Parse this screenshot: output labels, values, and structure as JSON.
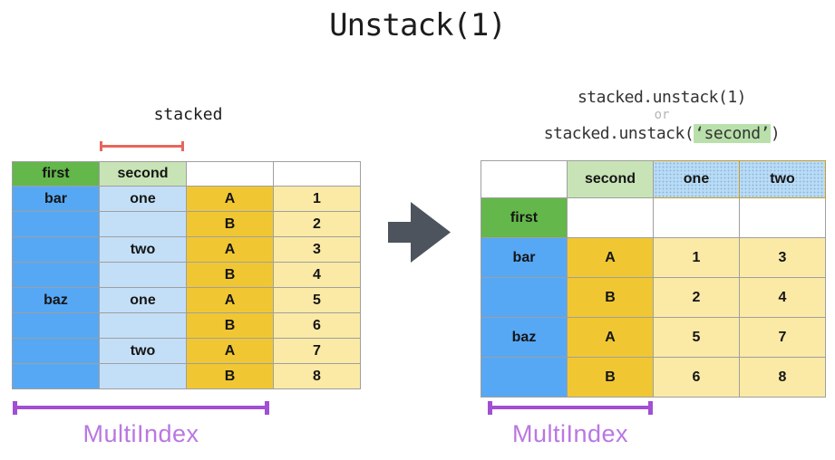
{
  "title": "Unstack(1)",
  "left": {
    "stacked_label": "stacked",
    "multiindex_label": "MultiIndex",
    "table": {
      "header": [
        {
          "text": "first",
          "color": "green"
        },
        {
          "text": "second",
          "color": "lightgreen"
        },
        {
          "text": "",
          "color": "white"
        },
        {
          "text": "",
          "color": "white"
        }
      ],
      "rows": [
        [
          {
            "text": "bar",
            "color": "blue"
          },
          {
            "text": "one",
            "color": "lightblue"
          },
          {
            "text": "A",
            "color": "gold"
          },
          {
            "text": "1",
            "color": "lightyellow"
          }
        ],
        [
          {
            "text": "",
            "color": "blue"
          },
          {
            "text": "",
            "color": "lightblue"
          },
          {
            "text": "B",
            "color": "gold"
          },
          {
            "text": "2",
            "color": "lightyellow"
          }
        ],
        [
          {
            "text": "",
            "color": "blue"
          },
          {
            "text": "two",
            "color": "lightblue"
          },
          {
            "text": "A",
            "color": "gold"
          },
          {
            "text": "3",
            "color": "lightyellow"
          }
        ],
        [
          {
            "text": "",
            "color": "blue"
          },
          {
            "text": "",
            "color": "lightblue"
          },
          {
            "text": "B",
            "color": "gold"
          },
          {
            "text": "4",
            "color": "lightyellow"
          }
        ],
        [
          {
            "text": "baz",
            "color": "blue"
          },
          {
            "text": "one",
            "color": "lightblue"
          },
          {
            "text": "A",
            "color": "gold"
          },
          {
            "text": "5",
            "color": "lightyellow"
          }
        ],
        [
          {
            "text": "",
            "color": "blue"
          },
          {
            "text": "",
            "color": "lightblue"
          },
          {
            "text": "B",
            "color": "gold"
          },
          {
            "text": "6",
            "color": "lightyellow"
          }
        ],
        [
          {
            "text": "",
            "color": "blue"
          },
          {
            "text": "two",
            "color": "lightblue"
          },
          {
            "text": "A",
            "color": "gold"
          },
          {
            "text": "7",
            "color": "lightyellow"
          }
        ],
        [
          {
            "text": "",
            "color": "blue"
          },
          {
            "text": "",
            "color": "lightblue"
          },
          {
            "text": "B",
            "color": "gold"
          },
          {
            "text": "8",
            "color": "lightyellow"
          }
        ]
      ]
    }
  },
  "right": {
    "code_line1": "stacked.unstack(1)",
    "or_label": "or",
    "code_line2": {
      "prefix": "stacked.unstack(",
      "highlight": "‘second’",
      "suffix": ")"
    },
    "multiindex_label": "MultiIndex",
    "table": {
      "header": [
        {
          "text": "",
          "color": "white"
        },
        {
          "text": "second",
          "color": "lightgreen"
        },
        {
          "text": "one",
          "color": "dotblue"
        },
        {
          "text": "two",
          "color": "dotblue"
        }
      ],
      "rows": [
        [
          {
            "text": "first",
            "color": "green"
          },
          {
            "text": "",
            "color": "white"
          },
          {
            "text": "",
            "color": "white"
          },
          {
            "text": "",
            "color": "white"
          }
        ],
        [
          {
            "text": "bar",
            "color": "blue"
          },
          {
            "text": "A",
            "color": "gold"
          },
          {
            "text": "1",
            "color": "lightyellow"
          },
          {
            "text": "3",
            "color": "lightyellow"
          }
        ],
        [
          {
            "text": "",
            "color": "blue"
          },
          {
            "text": "B",
            "color": "gold"
          },
          {
            "text": "2",
            "color": "lightyellow"
          },
          {
            "text": "4",
            "color": "lightyellow"
          }
        ],
        [
          {
            "text": "baz",
            "color": "blue"
          },
          {
            "text": "A",
            "color": "gold"
          },
          {
            "text": "5",
            "color": "lightyellow"
          },
          {
            "text": "7",
            "color": "lightyellow"
          }
        ],
        [
          {
            "text": "",
            "color": "blue"
          },
          {
            "text": "B",
            "color": "gold"
          },
          {
            "text": "6",
            "color": "lightyellow"
          },
          {
            "text": "8",
            "color": "lightyellow"
          }
        ]
      ]
    }
  },
  "colors": {
    "green": "#64b74b",
    "lightgreen": "#c8e4b6",
    "blue": "#56a8f5",
    "lightblue": "#c3dff8",
    "gold": "#f0c733",
    "lightyellow": "#fbeaa6",
    "dotted_header_border": "#cc9a29",
    "code_highlight": "#b9e0aa",
    "red_bracket": "#e8655b",
    "purple_bracket": "#a14fd3",
    "multiindex_text": "#ba77e2",
    "arrow": "#4d545e",
    "cell_border": "#9f9f9f"
  }
}
